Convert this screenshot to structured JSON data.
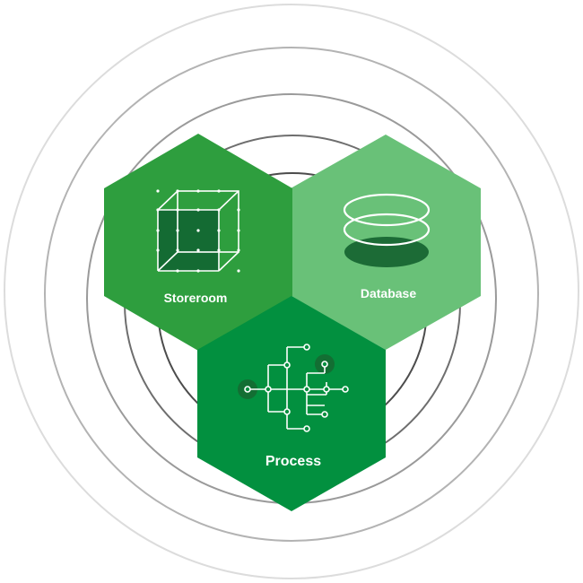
{
  "hexagons": {
    "storeroom": {
      "label": "Storeroom",
      "color": "#2e9e3e",
      "icon": "cube-grid-icon"
    },
    "database": {
      "label": "Database",
      "color": "#69c178",
      "icon": "database-disks-icon"
    },
    "process": {
      "label": "Process",
      "color": "#02903f",
      "icon": "circuit-icon"
    }
  },
  "colors": {
    "ring_dark": "#5a5a5a",
    "ring_mid": "#9b9b9b",
    "ring_light": "#d6d6d6",
    "icon_dark_green": "#136e33"
  }
}
